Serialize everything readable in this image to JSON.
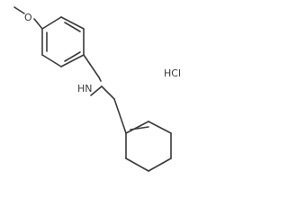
{
  "molecule": {
    "oxygen_label": "O",
    "amine_label": "HN",
    "salt_label": "HCl"
  }
}
